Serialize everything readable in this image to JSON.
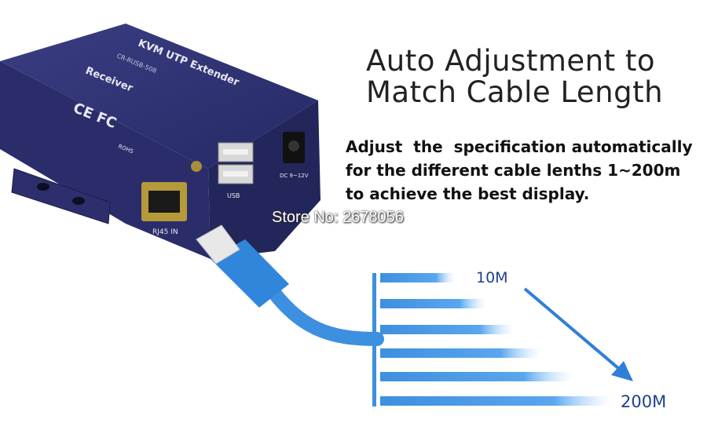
{
  "device": {
    "top_label_1": "KVM UTP Extender",
    "top_label_2": "Receiver",
    "top_model": "CR-RUSB-508",
    "marks": "CE FC",
    "rohs": "ROHS",
    "port_rj45": "RJ45 IN",
    "port_usb": "USB",
    "port_dc": "DC 9~12V"
  },
  "headline": {
    "line1": "Auto Adjustment to",
    "line2": "Match Cable Length"
  },
  "description": {
    "line1": "Adjust  the  specification automatically",
    "line2": "for the different cable lenths 1~200m",
    "line3": "to achieve the best display."
  },
  "store_label": "Store No: 2678056",
  "lengths": {
    "min": "10M",
    "max": "200M"
  },
  "colors": {
    "cable_blue": "#3d8fe0",
    "device_navy": "#2c2f6b",
    "arrow": "#2f7fd8",
    "label_blue": "#1f3f8f"
  }
}
